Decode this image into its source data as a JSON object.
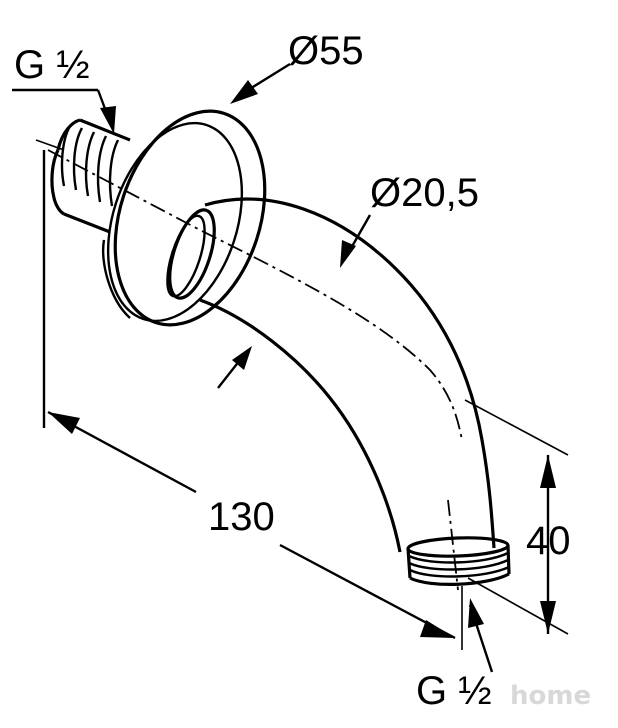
{
  "labels": {
    "thread_inlet": "G ½",
    "flange_diameter": "Ø55",
    "tube_diameter": "Ø20,5",
    "length": "130",
    "drop": "40",
    "thread_outlet": "G ½"
  },
  "watermark": "home",
  "colors": {
    "ink": "#000000",
    "paper": "#ffffff",
    "watermark": "#d8d8d8"
  }
}
